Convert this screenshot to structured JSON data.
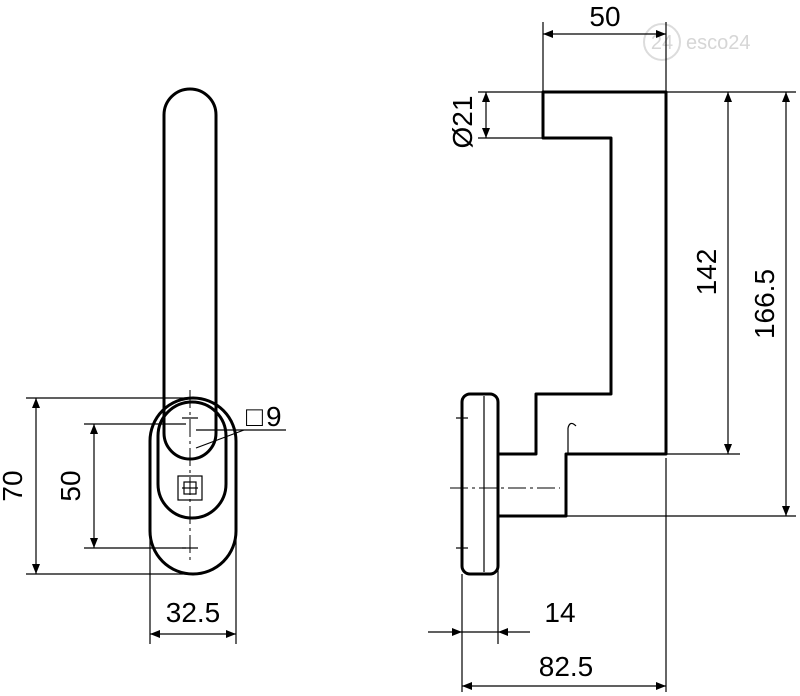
{
  "watermark": {
    "text": "esco24",
    "badge": "24"
  },
  "front_view": {
    "dims": {
      "height_outer": "70",
      "height_inner": "50",
      "width": "32.5",
      "square": "9"
    },
    "square_symbol": "□"
  },
  "side_view": {
    "dims": {
      "top_width": "50",
      "diameter": "Ø21",
      "height_inner": "142",
      "height_total": "166.5",
      "base_thickness": "14",
      "depth_total": "82.5"
    }
  }
}
